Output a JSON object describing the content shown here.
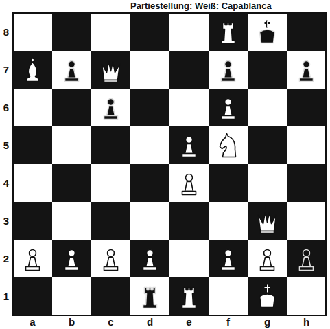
{
  "diagram": {
    "title": "Partiestellung: Weiß: Capablanca",
    "labels": [
      "8",
      "7",
      "6",
      "5",
      "4",
      "3",
      "2",
      "1",
      "a",
      "b",
      "c",
      "d",
      "e",
      "f",
      "g",
      "h"
    ]
  }
}
